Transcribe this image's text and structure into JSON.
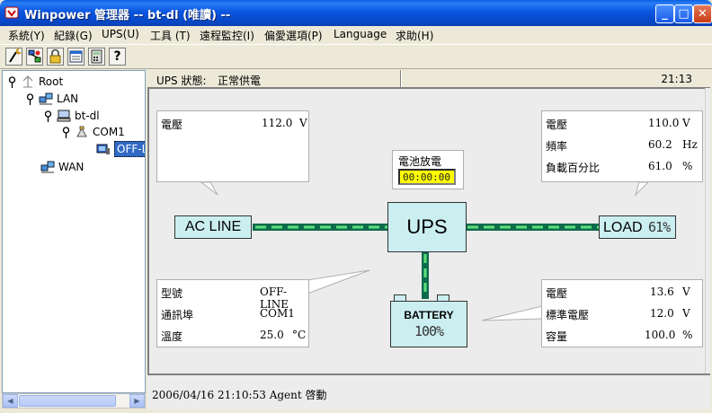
{
  "window": {
    "title": "Winpower 管理器 -- bt-dl (唯讀) --"
  },
  "menu": [
    {
      "label": "系統(Y)"
    },
    {
      "label": "紀錄(G)"
    },
    {
      "label": "UPS(U)"
    },
    {
      "label": "工具 (T)"
    },
    {
      "label": "遠程監控(I)"
    },
    {
      "label": "偏愛選項(P)"
    },
    {
      "label": "Language"
    },
    {
      "label": "求助(H)"
    }
  ],
  "toolbar": {
    "icons": [
      "wand-icon",
      "network-config-icon",
      "lock-icon",
      "window-icon",
      "calculator-icon",
      "help-icon"
    ],
    "help_glyph": "?"
  },
  "tree": {
    "items": [
      {
        "label": "Root",
        "icon": "root-icon"
      },
      {
        "label": "LAN",
        "icon": "lan-icon"
      },
      {
        "label": "bt-dl",
        "icon": "computer-icon"
      },
      {
        "label": "COM1",
        "icon": "com-port-icon"
      },
      {
        "label": "OFF-L",
        "icon": "ups-device-icon",
        "selected": true
      },
      {
        "label": "WAN",
        "icon": "wan-icon"
      }
    ]
  },
  "status": {
    "label": "UPS 狀態:",
    "value": "正常供電",
    "time": "21:13"
  },
  "input_panel": {
    "rows": [
      {
        "key": "電壓",
        "value": "112.0",
        "unit": "V"
      }
    ]
  },
  "output_panel": {
    "rows": [
      {
        "key": "電壓",
        "value": "110.0",
        "unit": "V"
      },
      {
        "key": "頻率",
        "value": "60.2",
        "unit": "Hz"
      },
      {
        "key": "負載百分比",
        "value": "61.0",
        "unit": "%"
      }
    ]
  },
  "ups_panel": {
    "rows": [
      {
        "key": "型號",
        "value": "OFF-LINE",
        "unit": ""
      },
      {
        "key": "通訊埠",
        "value": "COM1",
        "unit": ""
      },
      {
        "key": "溫度",
        "value": "25.0",
        "unit": "°C"
      }
    ]
  },
  "battery_panel": {
    "rows": [
      {
        "key": "電壓",
        "value": "13.6",
        "unit": "V"
      },
      {
        "key": "標準電壓",
        "value": "12.0",
        "unit": "V"
      },
      {
        "key": "容量",
        "value": "100.0",
        "unit": "%"
      }
    ]
  },
  "discharge": {
    "label": "電池放電",
    "timer": "00:00:00"
  },
  "diagram": {
    "ac_line": "AC LINE",
    "ups": "UPS",
    "load": "LOAD",
    "load_percent": "61%",
    "battery": "BATTERY",
    "battery_percent": "100%",
    "colors": {
      "node_fill": "#cbeef0",
      "line_dark": "#0e6b4c",
      "line_light": "#5ee07a"
    }
  },
  "log": {
    "message": "2006/04/16 21:10:53 Agent 啓動"
  }
}
